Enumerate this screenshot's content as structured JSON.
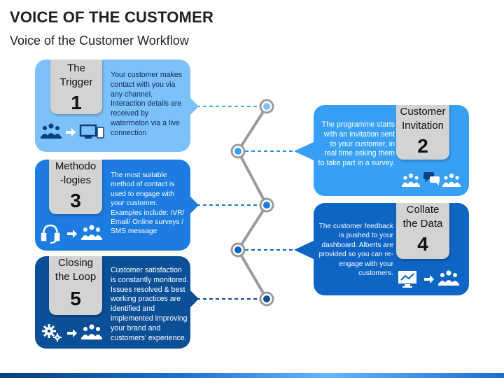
{
  "header": {
    "title": "VOICE OF THE CUSTOMER",
    "subtitle": "Voice of the Customer Workflow"
  },
  "colors": {
    "step1": "#7cc1fa",
    "step2": "#37a0f4",
    "step3": "#1c7ce0",
    "step4": "#0f65c4",
    "step5": "#0b4f96",
    "tab": "#d3d3d3",
    "connector": "#9b9b9b"
  },
  "steps": [
    {
      "number": "1",
      "name": "The Trigger",
      "text": "Your customer makes contact with you via any channel. Interaction details are received by watermelon via a live connection",
      "icons": [
        "group-icon",
        "arrow-right-icon",
        "devices-icon"
      ]
    },
    {
      "number": "2",
      "name": "Customer Invitation",
      "text": "The programme starts with an invitation sent to your customer, in real time asking them to take part in a survey.",
      "icons": [
        "group-icon",
        "chat-bubbles-icon",
        "group-icon"
      ]
    },
    {
      "number": "3",
      "name": "Methodo -logies",
      "text": "The most suitable method of contact is used to engage with your customer. Examples include: IVR/ Email/ Online surveys / SMS message",
      "icons": [
        "headset-icon",
        "arrow-right-icon",
        "group-icon"
      ]
    },
    {
      "number": "4",
      "name": "Collate the Data",
      "text": "The customer feedback is pushed to your dashboard. Alberts are provided so you can re-engage with your customers.",
      "icons": [
        "dashboard-monitor-icon",
        "arrow-right-icon",
        "group-icon"
      ]
    },
    {
      "number": "5",
      "name": "Closing the Loop",
      "text": "Customer satisfaction is constantly monitored. Issues resolved & best working practices are identified and implemented improving your brand and customers' experience.",
      "icons": [
        "gears-icon",
        "arrow-right-icon",
        "group-icon"
      ]
    }
  ]
}
